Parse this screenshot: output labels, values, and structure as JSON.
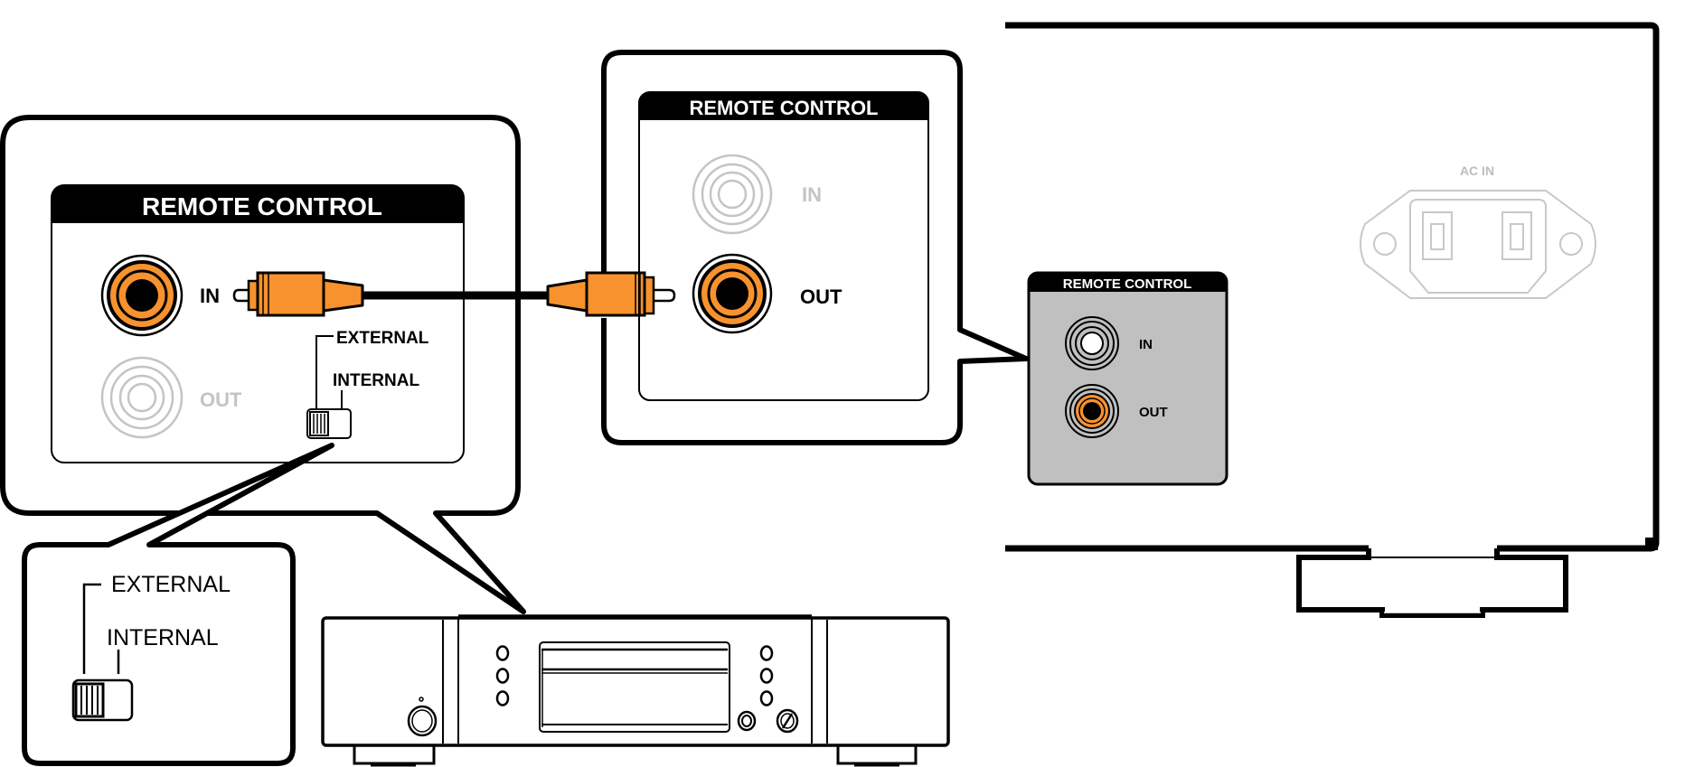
{
  "diagram": {
    "title": "Remote control connection diagram",
    "colors": {
      "orange": "#F7922E",
      "black": "#000000",
      "gray_inactive": "#C4C4C4",
      "panel_gray": "#C0C0C0",
      "ac_gray": "#C8C8C8"
    },
    "left_callout": {
      "header": "REMOTE CONTROL",
      "jack_in_label": "IN",
      "jack_out_label": "OUT",
      "switch_external_label": "EXTERNAL",
      "switch_internal_label": "INTERNAL",
      "active_jack": "IN",
      "switch_position": "EXTERNAL"
    },
    "switch_callout": {
      "external_label": "EXTERNAL",
      "internal_label": "INTERNAL",
      "switch_position": "EXTERNAL"
    },
    "middle_callout": {
      "header": "REMOTE CONTROL",
      "jack_in_label": "IN",
      "jack_out_label": "OUT",
      "active_jack": "OUT"
    },
    "rear_panel": {
      "remote_panel_header": "REMOTE CONTROL",
      "jack_in_label": "IN",
      "jack_out_label": "OUT",
      "ac_in_label": "AC IN"
    },
    "cable": {
      "type": "RCA mono cable",
      "from": "OUT",
      "to": "IN"
    },
    "front_unit": {
      "name": "CD player front panel",
      "left_buttons": 3,
      "right_buttons": 3
    }
  }
}
